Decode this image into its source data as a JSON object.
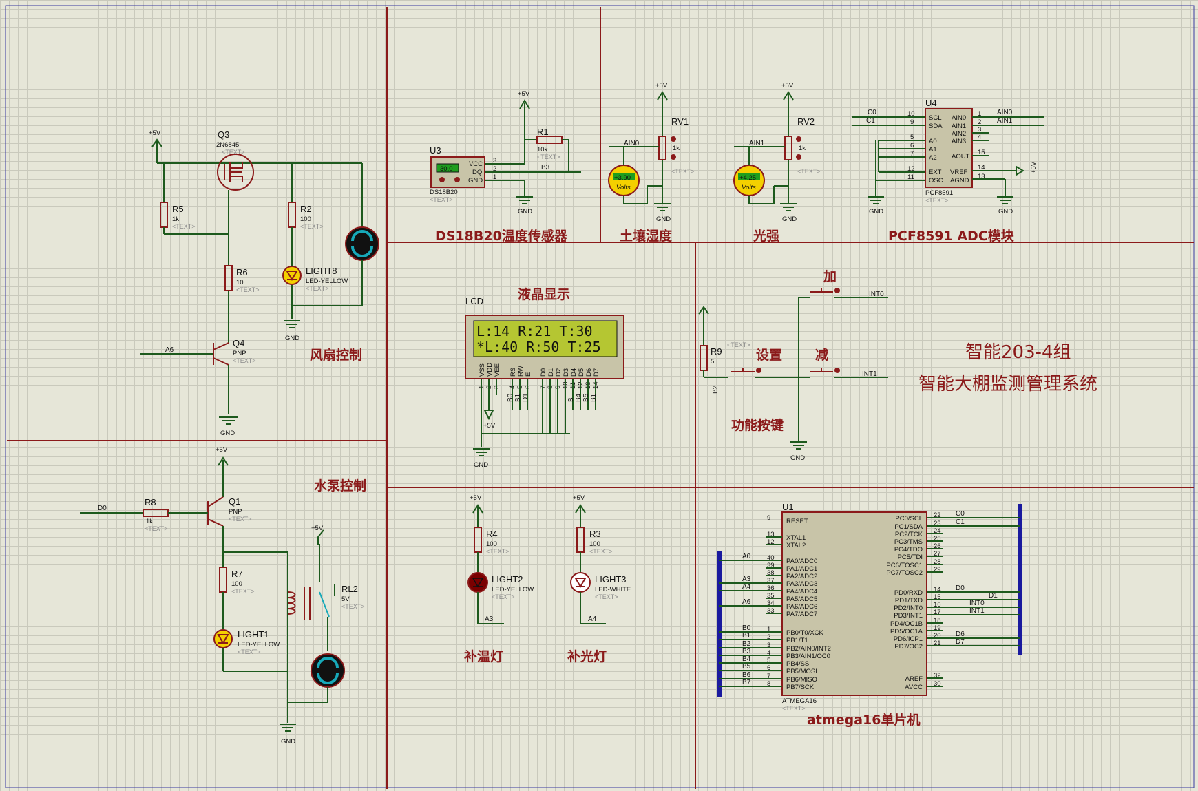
{
  "titles": {
    "fan": "风扇控制",
    "pump": "水泵控制",
    "temp_sensor": "DS18B20温度传感器",
    "soil": "土壤湿度",
    "light": "光强",
    "adc": "PCF8591 ADC模块",
    "lcd": "液晶显示",
    "keys": "功能按键",
    "heat_lamp": "补温灯",
    "fill_lamp": "补光灯",
    "mcu": "atmega16单片机",
    "group": "智能203-4组",
    "system": "智能大棚监测管理系统"
  },
  "lcd": {
    "name": "LCD",
    "line1": "L:14 R:21 T:30",
    "line2": "*L:40 R:50 T:25",
    "pins": [
      "VSS",
      "VDD",
      "VEE",
      "RS",
      "RW",
      "E",
      "D0",
      "D1",
      "D2",
      "D3",
      "D4",
      "D5",
      "D6",
      "D7"
    ],
    "pin_nums": [
      "1",
      "2",
      "3",
      "4",
      "5",
      "6",
      "7",
      "8",
      "9",
      "10",
      "11",
      "12",
      "13",
      "14"
    ],
    "bus_labels": [
      "B0",
      "B1",
      "D1",
      "B",
      "B4",
      "B5",
      "B1",
      "B2",
      "B3"
    ]
  },
  "fan": {
    "q3": "Q3",
    "q3_type": "2N6845",
    "r5": "R5",
    "r5_val": "1k",
    "r6": "R6",
    "r6_val": "10",
    "r2": "R2",
    "r2_val": "100",
    "q4": "Q4",
    "q4_type": "PNP",
    "led": "LIGHT8",
    "led_type": "LED-YELLOW",
    "net_a6": "A6"
  },
  "pump": {
    "q1": "Q1",
    "q1_type": "PNP",
    "r8": "R8",
    "r8_val": "1k",
    "r7": "R7",
    "r7_val": "100",
    "led": "LIGHT1",
    "led_type": "LED-YELLOW",
    "rl": "RL2",
    "rl_val": "5V",
    "net_d0": "D0"
  },
  "ds18b20": {
    "u": "U3",
    "display": "30.0",
    "part": "DS18B20",
    "pins": [
      "VCC",
      "DQ",
      "GND"
    ],
    "pin_nums": [
      "3",
      "2",
      "1"
    ],
    "r1": "R1",
    "r1_val": "10k",
    "net": "B3"
  },
  "rv1": {
    "name": "RV1",
    "val": "1k",
    "meter": "+3.90",
    "unit": "Volts",
    "net": "AIN0"
  },
  "rv2": {
    "name": "RV2",
    "val": "1k",
    "meter": "+4.25",
    "unit": "Volts",
    "net": "AIN1"
  },
  "pcf": {
    "u": "U4",
    "part": "PCF8591",
    "left_pins": [
      "SCL",
      "SDA",
      "A0",
      "A1",
      "A2",
      "EXT",
      "OSC"
    ],
    "left_nums": [
      "10",
      "9",
      "5",
      "6",
      "7",
      "12",
      "11"
    ],
    "right_pins": [
      "AIN0",
      "AIN1",
      "AIN2",
      "AIN3",
      "AOUT",
      "VREF",
      "AGND"
    ],
    "right_nums": [
      "1",
      "2",
      "3",
      "4",
      "15",
      "14",
      "13"
    ],
    "nets_left": [
      "C0",
      "C1"
    ],
    "nets_right": [
      "AIN0",
      "AIN1"
    ]
  },
  "keys": {
    "r9": "R9",
    "r9_val": "5",
    "add": "加",
    "set": "设置",
    "sub": "减",
    "int0": "INT0",
    "int1": "INT1",
    "b2": "B2"
  },
  "lamps": {
    "r4": "R4",
    "r4_val": "100",
    "l2": "LIGHT2",
    "l2_type": "LED-YELLOW",
    "net_a3": "A3",
    "r3": "R3",
    "r3_val": "100",
    "l3": "LIGHT3",
    "l3_type": "LED-WHITE",
    "net_a4": "A4"
  },
  "mcu": {
    "u": "U1",
    "part": "ATMEGA16",
    "left_pins": [
      "RESET",
      "XTAL1",
      "XTAL2",
      "PA0/ADC0",
      "PA1/ADC1",
      "PA2/ADC2",
      "PA3/ADC3",
      "PA4/ADC4",
      "PA5/ADC5",
      "PA6/ADC6",
      "PA7/ADC7",
      "PB0/T0/XCK",
      "PB1/T1",
      "PB2/AIN0/INT2",
      "PB3/AIN1/OC0",
      "PB4/SS",
      "PB5/MOSI",
      "PB6/MISO",
      "PB7/SCK"
    ],
    "left_nums": [
      "9",
      "13",
      "12",
      "40",
      "39",
      "38",
      "37",
      "36",
      "35",
      "34",
      "33",
      "1",
      "2",
      "3",
      "4",
      "5",
      "6",
      "7",
      "8"
    ],
    "right_pins": [
      "PC0/SCL",
      "PC1/SDA",
      "PC2/TCK",
      "PC3/TMS",
      "PC4/TDO",
      "PC5/TDI",
      "PC6/TOSC1",
      "PC7/TOSC2",
      "PD0/RXD",
      "PD1/TXD",
      "PD2/INT0",
      "PD3/INT1",
      "PD4/OC1B",
      "PD5/OC1A",
      "PD6/ICP1",
      "PD7/OC2",
      "AREF",
      "AVCC"
    ],
    "right_nums": [
      "22",
      "23",
      "24",
      "25",
      "26",
      "27",
      "28",
      "29",
      "14",
      "15",
      "16",
      "17",
      "18",
      "19",
      "20",
      "21",
      "32",
      "30"
    ],
    "nets_left": {
      "pa0": "A0",
      "pa3": "A3",
      "pa4": "A4",
      "pa6": "A6",
      "b0": "B0",
      "b1": "B1",
      "b2": "B2",
      "b3": "B3",
      "b4": "B4",
      "b5": "B5",
      "b6": "B6",
      "b7": "B7"
    },
    "nets_right": {
      "pc0": "C0",
      "pc1": "C1",
      "pd0": "D0",
      "pd1": "D1",
      "pd2": "INT0",
      "pd3": "INT1",
      "pd6": "D6",
      "pd7": "D7"
    }
  },
  "power": {
    "vcc": "+5V",
    "gnd": "GND",
    "text": "<TEXT>"
  }
}
